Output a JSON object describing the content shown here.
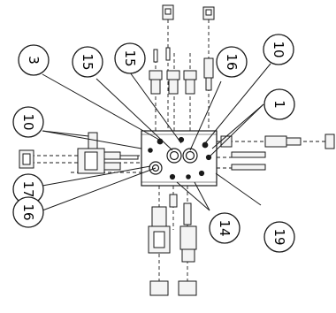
{
  "diagram": {
    "callouts": [
      {
        "id": "c-3",
        "label": "3"
      },
      {
        "id": "c-15a",
        "label": "15"
      },
      {
        "id": "c-15b",
        "label": "15"
      },
      {
        "id": "c-16a",
        "label": "16"
      },
      {
        "id": "c-10a",
        "label": "10"
      },
      {
        "id": "c-1",
        "label": "1"
      },
      {
        "id": "c-10b",
        "label": "10"
      },
      {
        "id": "c-17",
        "label": "17"
      },
      {
        "id": "c-16b",
        "label": "16"
      },
      {
        "id": "c-14",
        "label": "14"
      },
      {
        "id": "c-19",
        "label": "19"
      }
    ],
    "colors": {
      "line": "#1a1a1a",
      "fill": "#ffffff",
      "part": "#f4f4f4"
    }
  }
}
